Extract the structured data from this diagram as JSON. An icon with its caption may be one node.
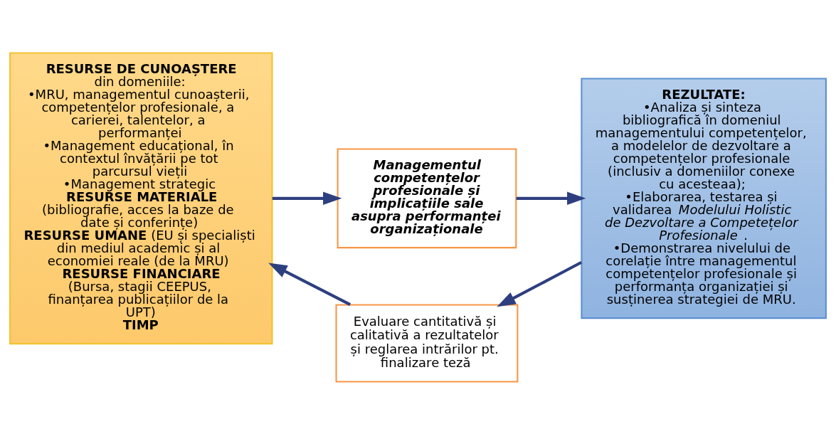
{
  "diagram": {
    "nodes": [
      {
        "text": [
          "**RESURSE DE CUNOAȘTERE**",
          "din domeniile:",
          "•MRU, managementul cunoașterii, competențelor profesionale, a carierei, talentelor, a performanței",
          "•Management educațional, în contextul învățării pe tot parcursul vieții",
          "•Management strategic",
          "**RESURSE MATERIALE**",
          "(bibliografie, acces la baze de date și conferințe)",
          "**RESURSE UMANE** (EU și specialiști din mediul academic și al economiei reale (de la MRU)",
          "**RESURSE FINANCIARE**",
          "(Bursa, stagii CEEPUS, finanțarea publicațiilor de la UPT)",
          "**TIMP**"
        ]
      },
      {
        "text": [
          "Managementul competențelor profesionale și implicațiile sale asupra performanței organizaționale"
        ]
      },
      {
        "text": [
          "**REZULTATE:**",
          "•Analiza și sinteza bibliografică în domeniul managementului competențelor, a modelelor de dezvoltare a competențelor profesionale (inclusiv a domeniilor conexe cu acesteaa);",
          "•Elaborarea, testarea și validarea *Modelului Holistic de Dezvoltare a Competețelor Profesionale*.",
          "•Demonstrarea nivelului de corelație între managementul competențelor profesionale și performanța organizației și susținerea strategiei de MRU."
        ]
      },
      {
        "text": [
          "Evaluare cantitativă și calitativă a rezultatelor și reglarea intrărilor pt. finalizare teză"
        ]
      }
    ],
    "edges": [
      {
        "from": 0,
        "to": 1,
        "arrow": "to"
      },
      {
        "from": 1,
        "to": 2,
        "arrow": "to"
      },
      {
        "from": 2,
        "to": 3,
        "arrow": "to"
      },
      {
        "from": 3,
        "to": 0,
        "arrow": "to"
      }
    ]
  }
}
